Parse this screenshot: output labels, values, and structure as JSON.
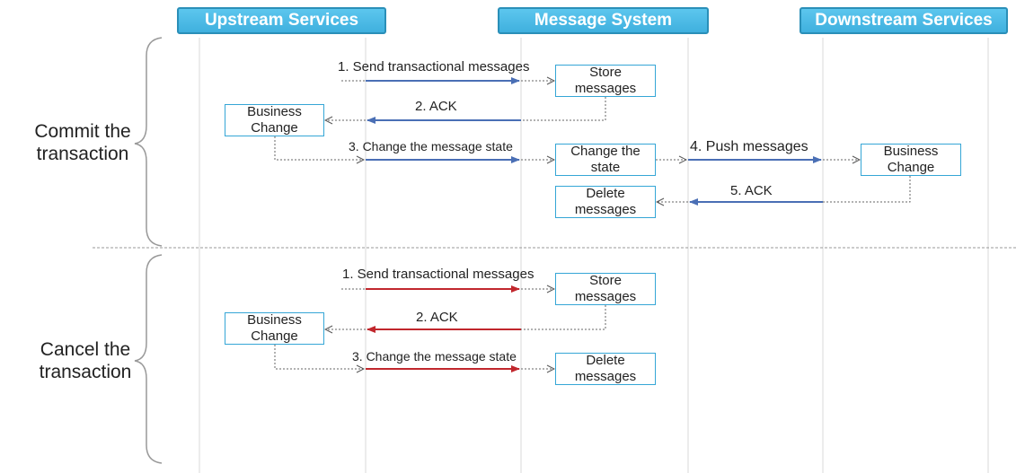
{
  "headers": {
    "upstream": "Upstream Services",
    "message": "Message System",
    "downstream": "Downstream Services"
  },
  "phases": {
    "commit": {
      "line1": "Commit the",
      "line2": "transaction"
    },
    "cancel": {
      "line1": "Cancel the",
      "line2": "transaction"
    }
  },
  "commit": {
    "step1": "1. Send transactional messages",
    "step2": "2. ACK",
    "step3": "3. Change the message state",
    "step4": "4. Push messages",
    "step5": "5. ACK",
    "box_store": {
      "line1": "Store",
      "line2": "messages"
    },
    "box_business_up": {
      "line1": "Business",
      "line2": "Change"
    },
    "box_change_state": {
      "line1": "Change the",
      "line2": "state"
    },
    "box_business_down": {
      "line1": "Business",
      "line2": "Change"
    },
    "box_delete": {
      "line1": "Delete",
      "line2": "messages"
    }
  },
  "cancel": {
    "step1": "1. Send transactional messages",
    "step2": "2. ACK",
    "step3": "3. Change the message state",
    "box_store": {
      "line1": "Store",
      "line2": "messages"
    },
    "box_business_up": {
      "line1": "Business",
      "line2": "Change"
    },
    "box_delete": {
      "line1": "Delete",
      "line2": "messages"
    }
  },
  "colors": {
    "header_fill": "#45b5e3",
    "box_border": "#35a6d6",
    "commit_arrow": "#4a6fb5",
    "cancel_arrow": "#c1272d",
    "lifeline": "#d8d8d8"
  }
}
